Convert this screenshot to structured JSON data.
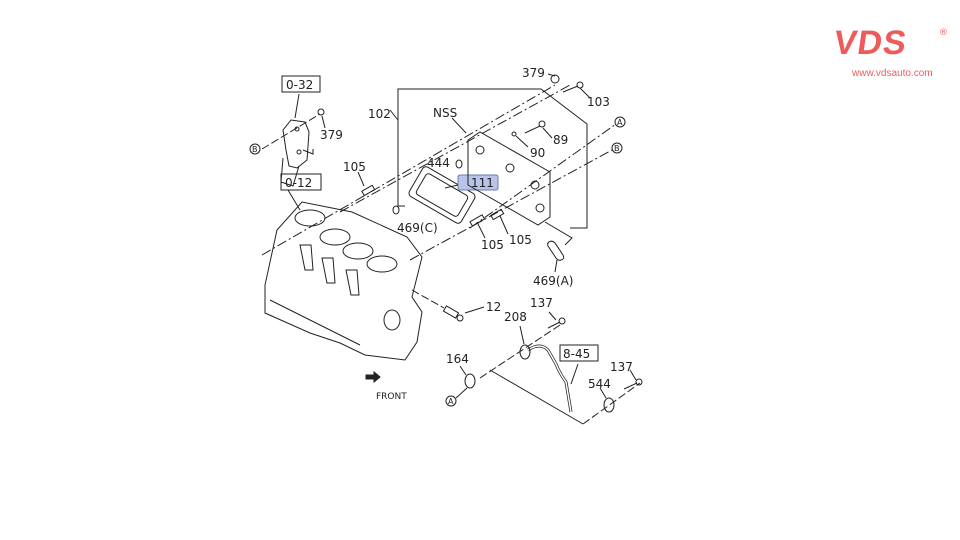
{
  "brand": {
    "logo_text": "VDS",
    "registered_mark": "®",
    "url": "www.vdsauto.com",
    "color": "#ef5b5b"
  },
  "diagram": {
    "highlight_color": "#b8c4ea",
    "labels": {
      "ref_0_32": "0-32",
      "ref_0_12": "0-12",
      "ref_8_45": "8-45",
      "p379_a": "379",
      "p379_b": "379",
      "p103": "103",
      "p102": "102",
      "nss": "NSS",
      "p89": "89",
      "p90": "90",
      "p444": "444",
      "p111": "111",
      "p105_a": "105",
      "p105_b": "105",
      "p105_c": "105",
      "p469c": "469(C)",
      "p469a": "469(A)",
      "p12": "12",
      "p137_a": "137",
      "p137_b": "137",
      "p208": "208",
      "p164": "164",
      "p544": "544",
      "front": "FRONT"
    },
    "callouts": {
      "a1": "A",
      "b1": "B",
      "a2": "A",
      "b2": "B"
    }
  }
}
